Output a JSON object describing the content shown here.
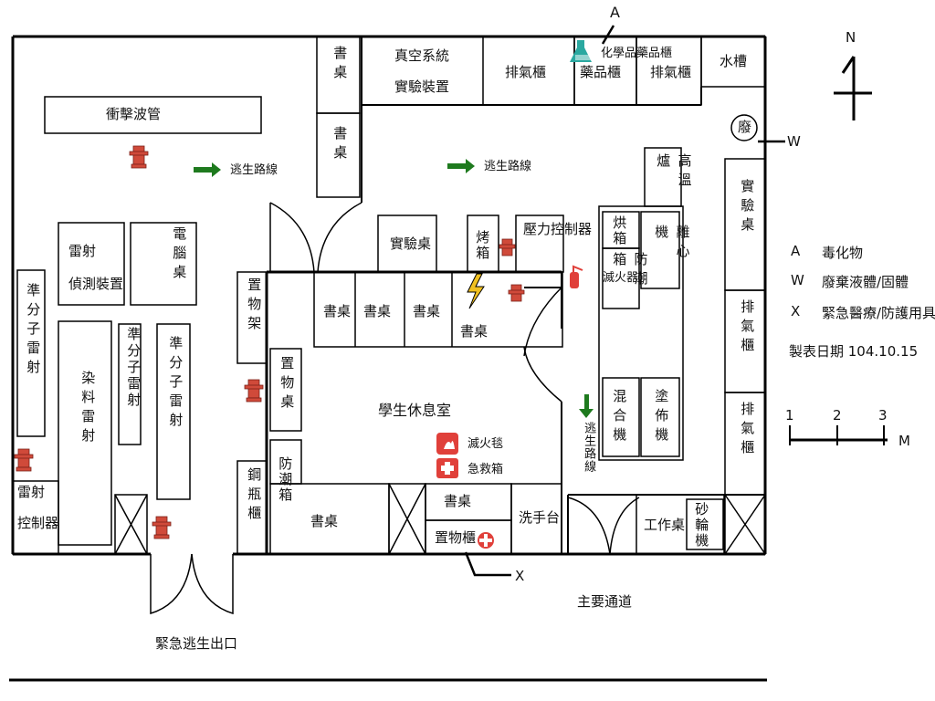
{
  "rooms": {
    "shock_tube": "衝擊波管",
    "desk": "書桌",
    "vacuum_system_l1": "真空系統",
    "vacuum_system_l2": "實驗裝置",
    "exhaust_cabinet": "排氣櫃",
    "chemical_cabinet": "藥品櫃",
    "water_tank": "水槽",
    "waste": "廢",
    "high_temp_furnace": "高溫爐",
    "experiment_table": "實驗桌",
    "oven": "烘箱",
    "centrifuge": "離心機",
    "moisture_cabinet": "防潮箱",
    "mixer": "混合機",
    "coater": "塗佈機",
    "pressure_controller": "壓力控制器",
    "baking_box": "烤箱",
    "laser_measure_l1": "雷射",
    "laser_measure_l2": "偵測裝置",
    "computer_desk": "電腦桌",
    "excimer_laser": "準分子雷射",
    "dye_laser": "染料雷射",
    "laser_controller_l1": "雷射",
    "laser_controller_l2": "控制器",
    "storage_rack": "置物架",
    "storage_table": "置物桌",
    "gas_cylinder_cabinet": "鋼瓶櫃",
    "student_lounge": "學生休息室",
    "storage_cabinet": "置物櫃",
    "sink": "洗手台",
    "workbench": "工作桌",
    "grinder": "砂輪機",
    "main_corridor": "主要通道",
    "emergency_exit": "緊急逃生出口"
  },
  "markers": {
    "escape_route": "逃生路線",
    "chemical_cabinet_label": "化學品藥品櫃",
    "extinguisher": "滅火器",
    "fire_blanket": "滅火毯",
    "first_aid_kit": "急救箱",
    "A": "A",
    "W": "W",
    "X": "X"
  },
  "legend": {
    "items": [
      {
        "key": "A",
        "text": "毒化物"
      },
      {
        "key": "W",
        "text": "廢棄液體/固體"
      },
      {
        "key": "X",
        "text": "緊急醫療/防護用具"
      }
    ],
    "date": "製表日期 104.10.15"
  },
  "compass": {
    "label": "N"
  },
  "scale": {
    "ticks": [
      "1",
      "2",
      "3"
    ],
    "unit": "M"
  },
  "colors": {
    "arrow": "#1e7a1e",
    "icon_red": "#e0403a",
    "flask": "#2aa8a0",
    "bolt": "#f0c020"
  }
}
